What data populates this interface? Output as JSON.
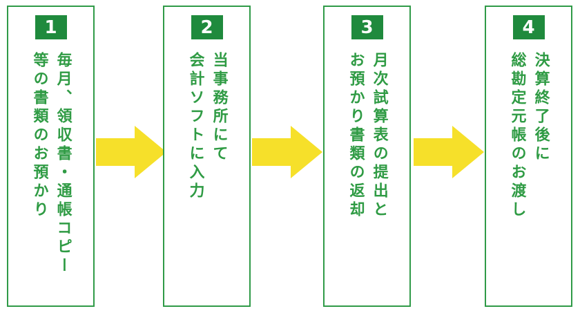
{
  "colors": {
    "green_border": "#2f9a47",
    "green_text": "#2f9b44",
    "badge_bg": "#1f8a3d",
    "badge_text": "#ffffff",
    "arrow_yellow": "#f6e02a"
  },
  "steps": [
    {
      "number": "1",
      "lines": [
        "毎月、領収書・通帳コピー",
        "等の書類のお預かり"
      ]
    },
    {
      "number": "2",
      "lines": [
        "当事務所にて",
        "会計ソフトに入力"
      ]
    },
    {
      "number": "3",
      "lines": [
        "月次試算表の提出と",
        "お預かり書類の返却"
      ]
    },
    {
      "number": "4",
      "lines": [
        "決算終了後に",
        "総勘定元帳のお渡し"
      ]
    }
  ]
}
